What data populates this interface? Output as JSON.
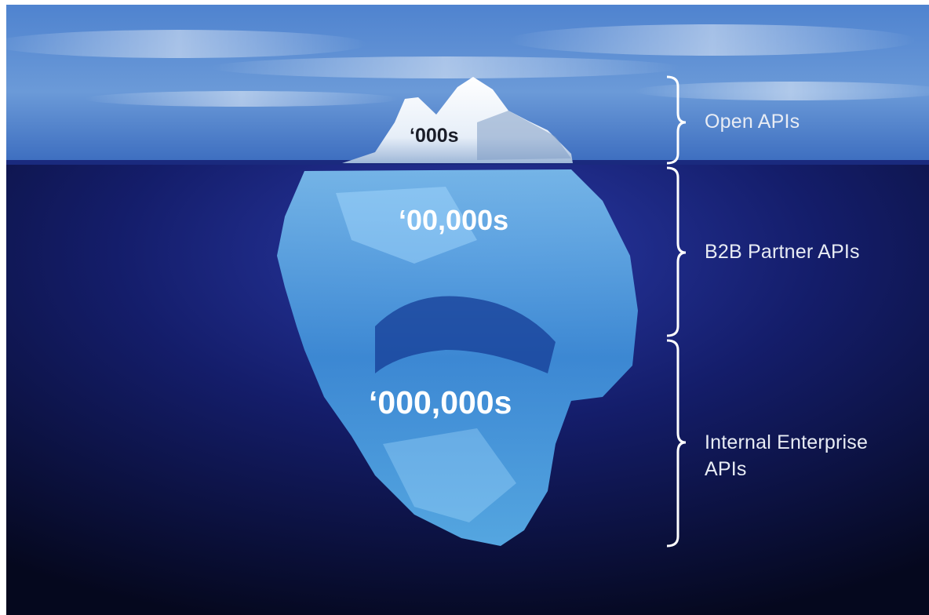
{
  "layers": [
    {
      "label": "Open APIs",
      "count": "‘000s"
    },
    {
      "label": "B2B Partner APIs",
      "count": "‘00,000s"
    },
    {
      "label": "Internal Enterprise APIs",
      "label_lines": [
        "Internal Enterprise",
        "APIs"
      ],
      "count": "‘000,000s"
    }
  ],
  "colors": {
    "sky_top": "#5f8fd0",
    "sky_bottom": "#3e6fbf",
    "deep_water": "#080c2a",
    "water_surface": "#1f2c8c",
    "ice_above": "#f4f8ff",
    "ice_under": "#6fb8f0",
    "text": "#e8ecf4"
  }
}
